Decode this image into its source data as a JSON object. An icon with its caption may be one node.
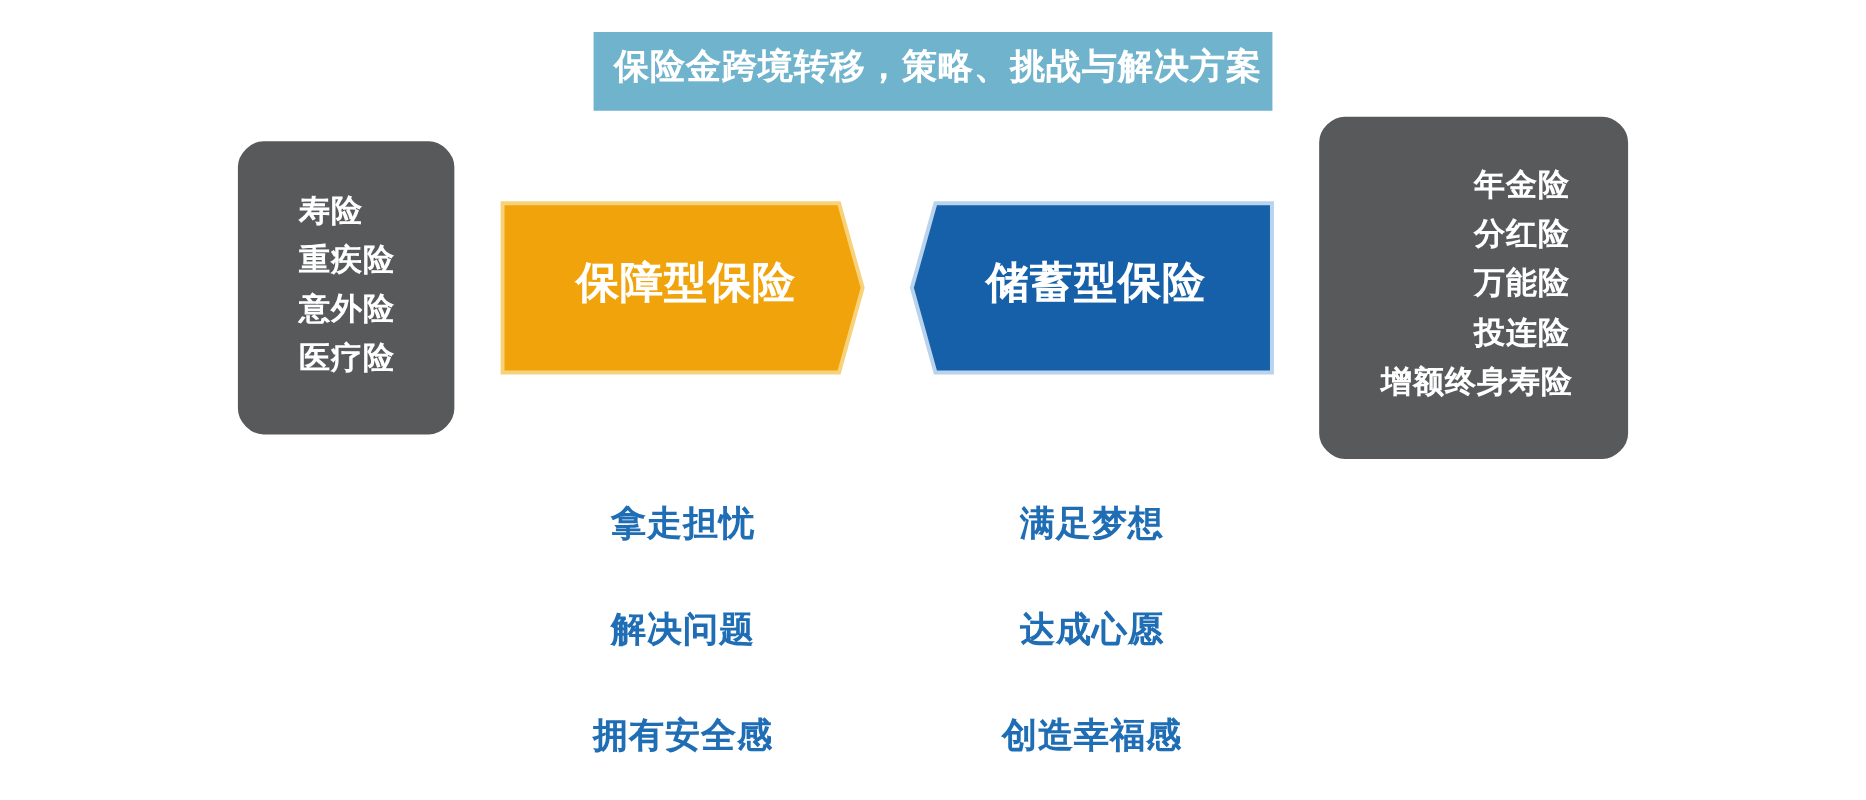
{
  "diagram": {
    "title": "保险金跨境转移，策略、挑战与解决方案",
    "nodes": [
      {
        "text": [
          "寿险",
          "重疾险",
          "意外险",
          "医疗险"
        ]
      },
      {
        "text": [
          "保障型保险"
        ]
      },
      {
        "text": [
          "储蓄型保险"
        ]
      },
      {
        "text": [
          "年金险",
          "分红险",
          "万能险",
          "投连险",
          "增额终身寿险"
        ]
      }
    ],
    "labels": [
      "拿走担忧",
      "解决问题",
      "拥有安全感",
      "满足梦想",
      "达成心愿",
      "创造幸福感"
    ]
  }
}
